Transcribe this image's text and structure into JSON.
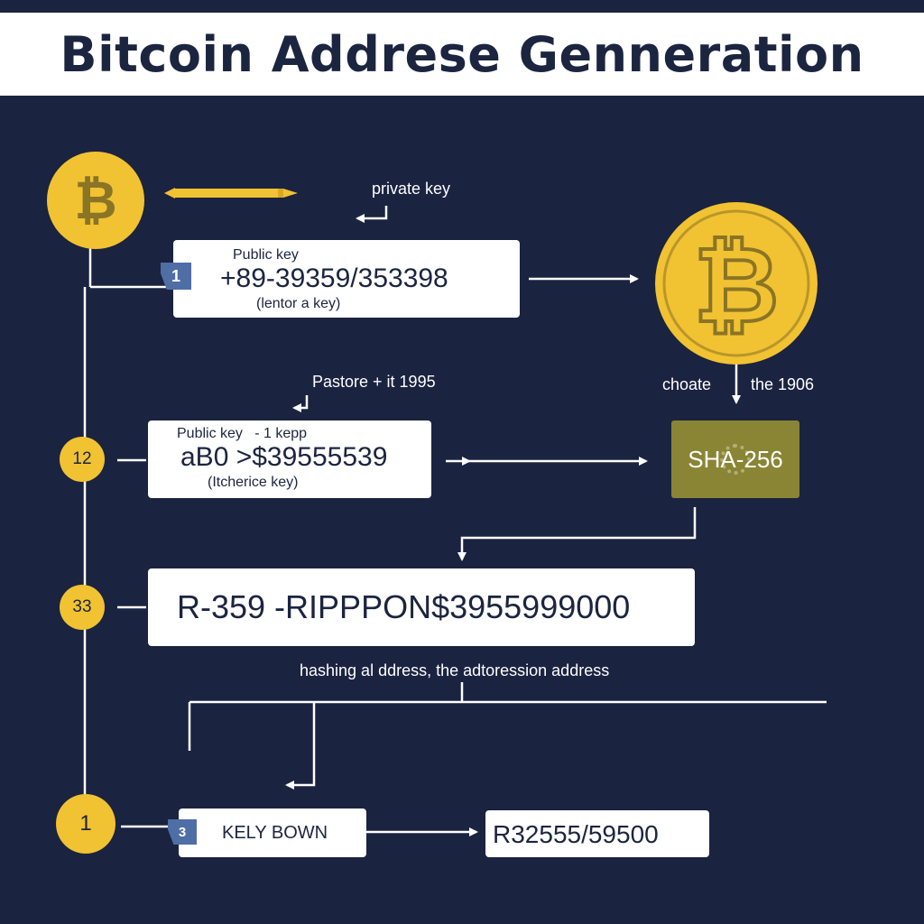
{
  "title": "Bitcoin Addrese Genneration",
  "colors": {
    "background": "#1a2340",
    "accent_gold": "#f1c232",
    "sha_box": "#8a8534",
    "tag_blue": "#4f6ea6",
    "text_dark": "#1b2540"
  },
  "icons": {
    "small_coin": "bitcoin-icon",
    "large_coin": "bitcoin-icon",
    "pencil": "pencil-icon"
  },
  "labels": {
    "private_key": "private key",
    "pastore": "Pastore + it 1995",
    "choate": "choate",
    "the_1906": "the 1906",
    "hashing": "hashing al ddress, the adtoression address"
  },
  "box1": {
    "tag": "1",
    "title": "Public key",
    "value": "+89-39359/353398",
    "sub": "(lentor a key)"
  },
  "box2": {
    "title": "Public key   - 1 kepp",
    "value": "aB0 >$39555539",
    "sub": "(Itcherice key)"
  },
  "box3": {
    "value": "R-359 -RIPPPON$3955999000"
  },
  "box4": {
    "tag": "3",
    "value": "KELY BOWN"
  },
  "box5": {
    "value": "R32555/59500"
  },
  "sha": {
    "label": "SHA-256"
  },
  "badges": {
    "b1": "12",
    "b2": "33",
    "b3": "1"
  }
}
